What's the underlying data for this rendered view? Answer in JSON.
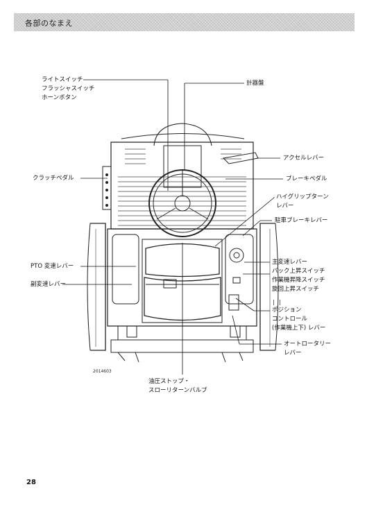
{
  "header": {
    "title": "各部のなまえ"
  },
  "labels": {
    "light_switch": "ライトスイッチ",
    "flasher_switch": "フラッシャスイッチ",
    "horn_button": "ホーンボタン",
    "meter_panel": "計器盤",
    "accel_lever": "アクセルレバー",
    "clutch_pedal": "クラッチペダル",
    "brake_pedal": "ブレーキペダル",
    "high_grip_turn_1": "ハイグリップターン",
    "high_grip_turn_2": "レバー",
    "parking_brake_lever": "駐車ブレーキレバー",
    "main_shift_lever": "主変速レバー",
    "back_lift_switch": "バック上昇スイッチ",
    "implement_lift_switch": "作業機昇降スイッチ",
    "turn_lift_switch": "旋回上昇スイッチ",
    "position_1": "ポジション",
    "position_2": "コントロール",
    "position_3": "(作業機上下) レバー",
    "pto_lever": "PTO 変速レバー",
    "sub_shift_lever": "副変速レバー",
    "auto_rotary_1": "オートロータリー",
    "auto_rotary_2": "レバー",
    "hydraulic_stop_1": "油圧ストップ・",
    "hydraulic_stop_2": "スローリターンバルブ"
  },
  "tick_marks": "| |",
  "figure": {
    "number": "2014603"
  },
  "page": {
    "number": "28"
  }
}
